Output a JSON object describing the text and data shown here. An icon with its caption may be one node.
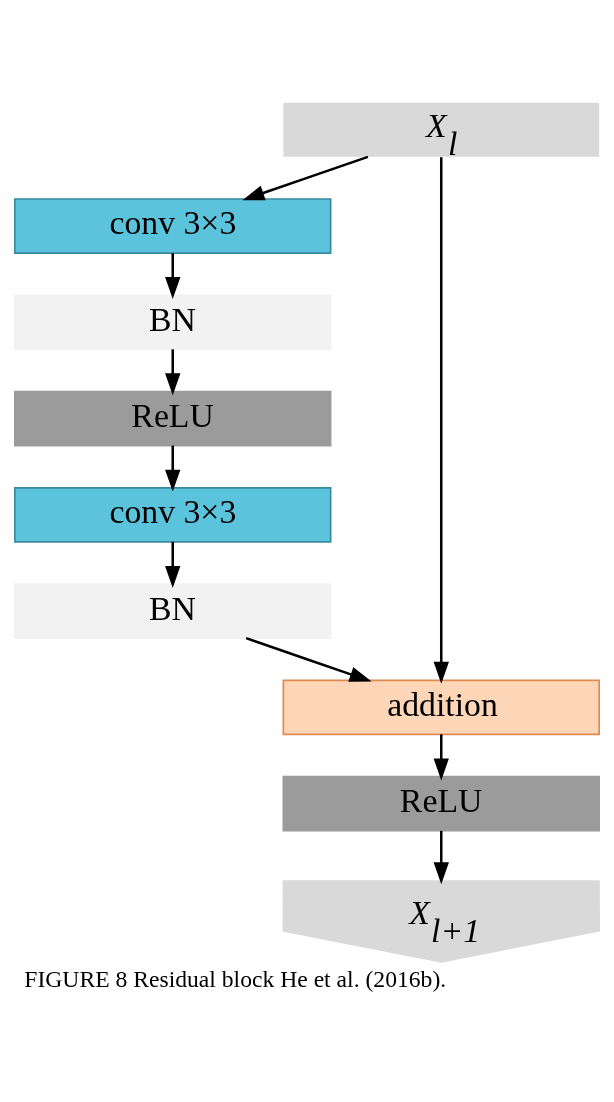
{
  "diagram": {
    "caption": "FIGURE 8 Residual block He et al. (2016b).",
    "nodes": [
      {
        "text": [
          "X$_{l}$"
        ]
      },
      {
        "text": [
          "conv 3×3"
        ]
      },
      {
        "text": [
          "BN"
        ]
      },
      {
        "text": [
          "ReLU"
        ]
      },
      {
        "text": [
          "conv 3×3"
        ]
      },
      {
        "text": [
          "BN"
        ]
      },
      {
        "text": [
          "addition"
        ]
      },
      {
        "text": [
          "ReLU"
        ]
      },
      {
        "text": [
          "X$_{l+1}$"
        ]
      }
    ],
    "edges": [
      {
        "from": 0,
        "to": 1,
        "arrow": "to"
      },
      {
        "from": 0,
        "to": 6,
        "arrow": "to"
      },
      {
        "from": 1,
        "to": 2,
        "arrow": "to"
      },
      {
        "from": 2,
        "to": 3,
        "arrow": "to"
      },
      {
        "from": 3,
        "to": 4,
        "arrow": "to"
      },
      {
        "from": 4,
        "to": 5,
        "arrow": "to"
      },
      {
        "from": 5,
        "to": 6,
        "arrow": "to"
      },
      {
        "from": 6,
        "to": 7,
        "arrow": "to"
      },
      {
        "from": 7,
        "to": 8,
        "arrow": "to"
      }
    ]
  }
}
